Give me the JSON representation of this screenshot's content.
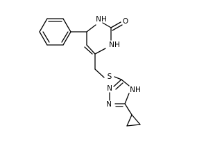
{
  "structure": {
    "atoms": {
      "nh_top": "NH",
      "o": "O",
      "nh_ring": "NH",
      "s": "S",
      "nh_triazole": "NH",
      "n_a": "N",
      "n_b": "N"
    },
    "colors": {
      "bond": "#000000",
      "label": "#000000",
      "background": "#ffffff"
    }
  }
}
